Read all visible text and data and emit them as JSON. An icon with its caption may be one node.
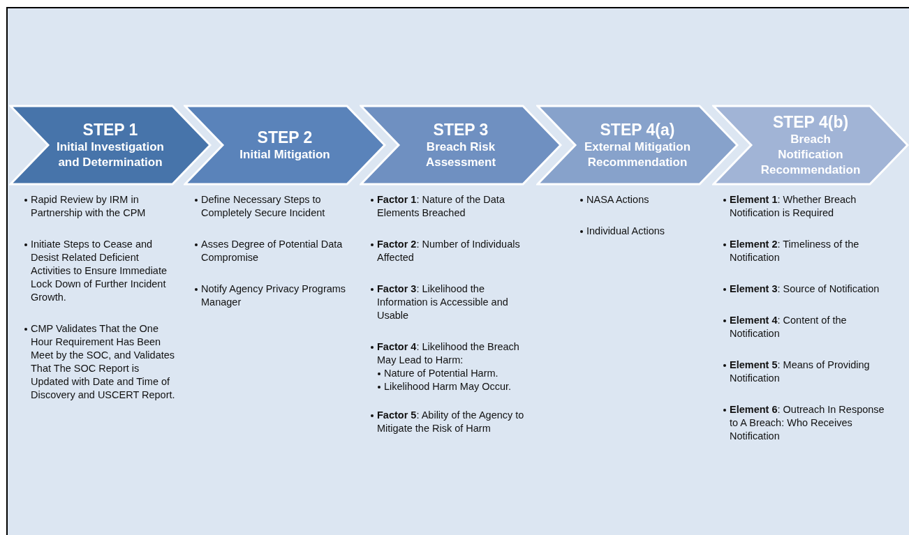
{
  "diagram": {
    "nodes": [
      {
        "text": [
          "STEP 1",
          "Initial Investigation and Determination"
        ],
        "beside": [
          "Rapid Review by IRM in Partnership with the CPM",
          "Initiate Steps to Cease and Desist Related Deficient Activities to Ensure Immediate Lock Down of Further Incident Growth.",
          "CMP Validates That the One Hour Requirement Has Been Meet by the SOC, and Validates That The SOC Report is Updated with Date and Time of Discovery and USCERT Report."
        ]
      },
      {
        "text": [
          "STEP 2",
          "Initial Mitigation"
        ],
        "beside": [
          "Define Necessary Steps to Completely Secure Incident",
          "Asses Degree of Potential Data Compromise",
          "Notify Agency Privacy Programs Manager"
        ]
      },
      {
        "text": [
          "STEP 3",
          "Breach Risk Assessment"
        ],
        "beside": [
          "**Factor 1**: Nature of the Data Elements Breached",
          "**Factor 2**: Number of Individuals Affected",
          "**Factor 3**: Likelihood the Information is Accessible and Usable",
          "**Factor 4**: Likelihood the Breach May Lead to Harm:",
          "Nature of Potential Harm.",
          "Likelihood Harm May Occur.",
          "**Factor 5**: Ability of the Agency to Mitigate the Risk of Harm"
        ]
      },
      {
        "text": [
          "STEP 4(a)",
          "External Mitigation Recommendation"
        ],
        "beside": [
          "NASA Actions",
          "Individual Actions"
        ]
      },
      {
        "text": [
          "STEP 4(b)",
          "Breach Notification Recommendation"
        ],
        "beside": [
          "**Element 1**: Whether Breach Notification is Required",
          "**Element 2**: Timeliness of the Notification",
          "**Element 3**: Source of Notification",
          "**Element 4**: Content of the Notification",
          "**Element 5**: Means of Providing Notification",
          "**Element 6**: Outreach In Response to A Breach: Who Receives Notification"
        ]
      }
    ]
  }
}
